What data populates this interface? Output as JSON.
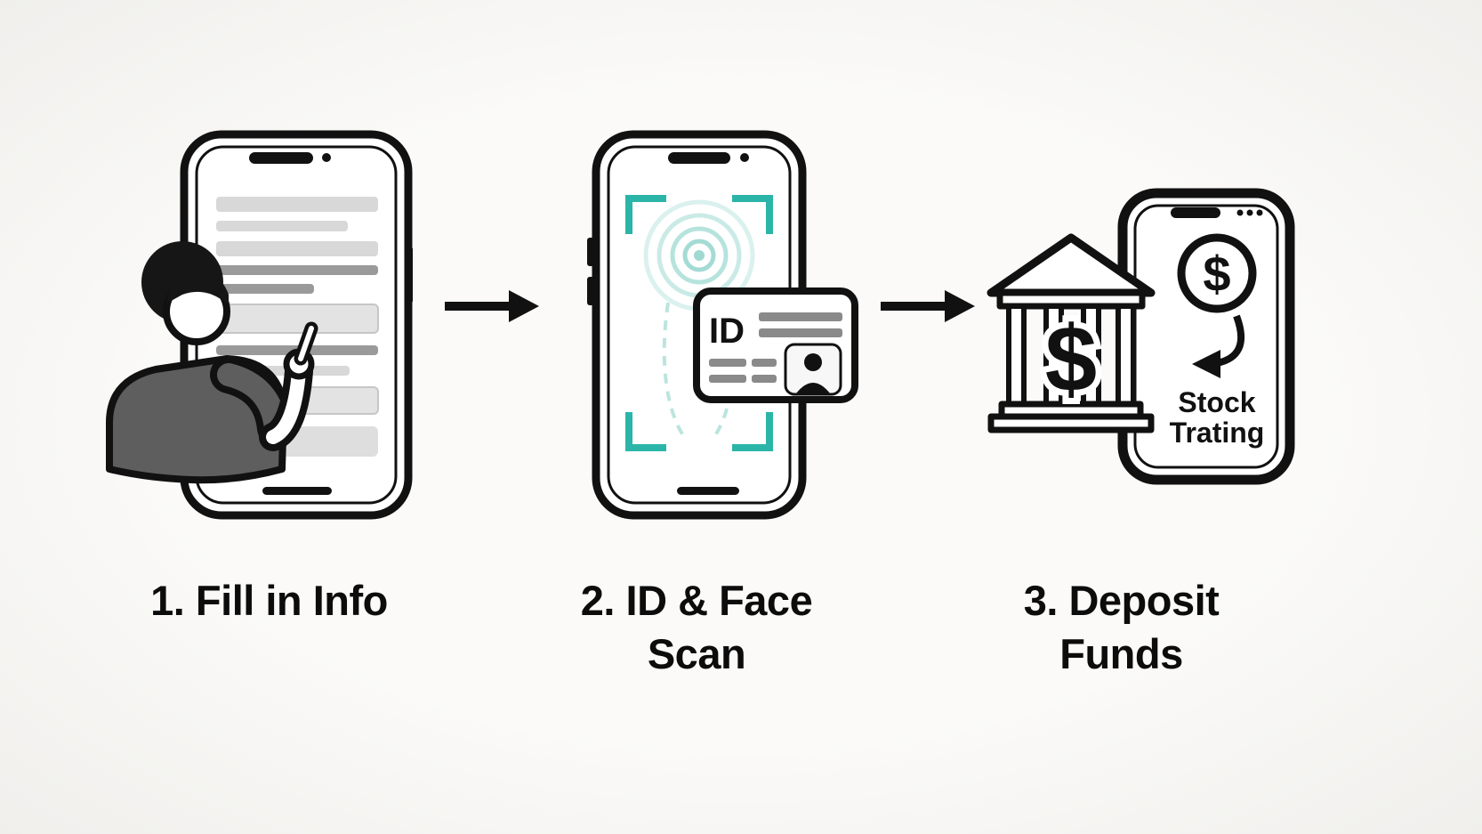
{
  "page": {
    "background": "#f8f7f5",
    "title": "Account opening steps diagram"
  },
  "colors": {
    "ink": "#111111",
    "accent_teal": "#2bb5a8",
    "ripple_teal": "#9fd9d2",
    "shirt_gray": "#5e5e5e",
    "form_line_gray": "#d8d8d8",
    "form_line_dark_gray": "#9a9a9a"
  },
  "steps": [
    {
      "caption_line1": "1. Fill in Info",
      "caption_line2": ""
    },
    {
      "caption_line1": "2. ID & Face",
      "caption_line2": "Scan"
    },
    {
      "caption_line1": "3. Deposit",
      "caption_line2": "Funds"
    }
  ],
  "illustrations": {
    "id_card_label": "ID",
    "coin_symbol": "$",
    "bank_symbol": "$",
    "phone_app_line1": "Stock",
    "phone_app_line2": "Trating"
  },
  "icons": [
    "smartphone-icon",
    "person-filling-form-icon",
    "right-arrow-icon",
    "face-scan-frame-icon",
    "id-card-icon",
    "bank-icon",
    "dollar-coin-icon",
    "curved-arrow-icon"
  ]
}
